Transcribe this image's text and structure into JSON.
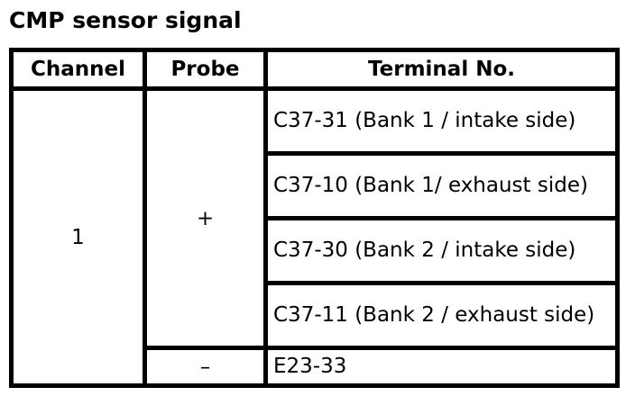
{
  "title": "CMP sensor signal",
  "colors": {
    "background": "#ffffff",
    "border": "#000000",
    "text": "#000000"
  },
  "table": {
    "headers": [
      "Channel",
      "Probe",
      "Terminal No."
    ],
    "channel_value": "1",
    "probe_plus": "+",
    "probe_minus": "–",
    "plus_terminals": [
      "C37-31 (Bank 1 / intake side)",
      "C37-10 (Bank 1/ exhaust side)",
      "C37-30 (Bank 2 / intake side)",
      "C37-11 (Bank 2 / exhaust side)"
    ],
    "minus_terminal": "E23-33"
  }
}
